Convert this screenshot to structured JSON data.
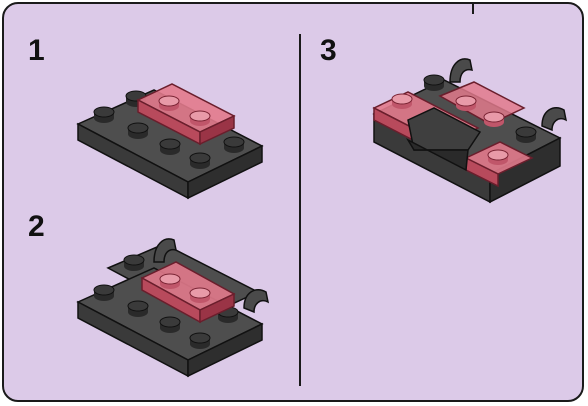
{
  "steps": [
    {
      "number": "1"
    },
    {
      "number": "2"
    },
    {
      "number": "3"
    }
  ],
  "colors": {
    "background": "#dccae8",
    "border": "#1a1a1a",
    "brick_dark": "#4a4a4a",
    "brick_side": "#3a3a3a",
    "stud": "#2f2f2f",
    "trans_red": "#e0788a",
    "trans_red_side": "#b8485a"
  },
  "icons": [
    "lego-plate-icon",
    "trans-red-tile-icon",
    "clip-handle-icon",
    "slope-brick-icon"
  ]
}
